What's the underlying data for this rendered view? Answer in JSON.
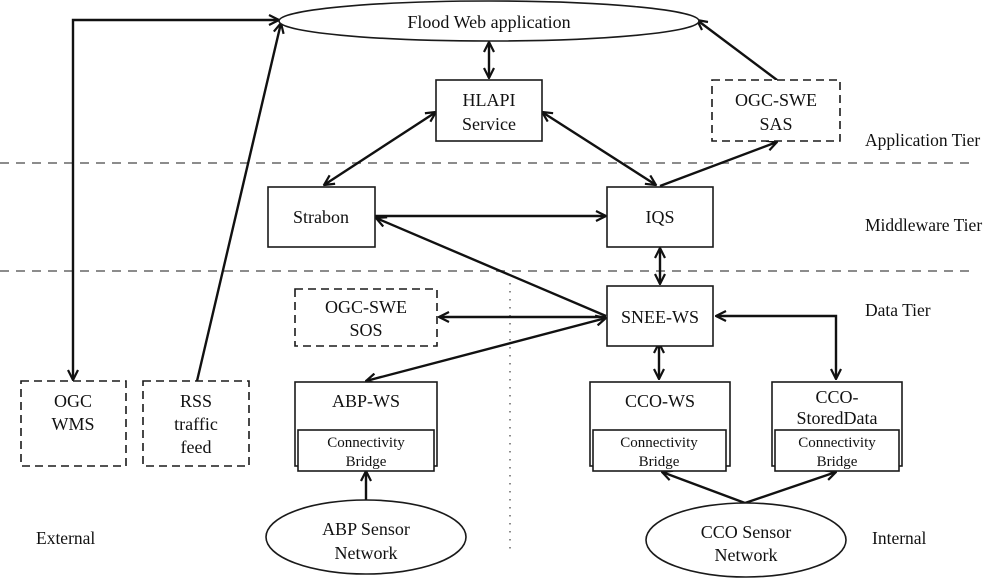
{
  "diagram": {
    "title": "Flood Web application",
    "tiers": [
      {
        "id": "application",
        "label": "Application Tier"
      },
      {
        "id": "middleware",
        "label": "Middleware Tier"
      },
      {
        "id": "data",
        "label": "Data Tier"
      }
    ],
    "regions": [
      {
        "id": "external",
        "label": "External"
      },
      {
        "id": "internal",
        "label": "Internal"
      }
    ],
    "nodes": {
      "flood_app": {
        "lines": [
          "Flood Web application"
        ],
        "shape": "ellipse",
        "style": "solid"
      },
      "hlapi": {
        "lines": [
          "HLAPI",
          "Service"
        ],
        "shape": "rect",
        "style": "solid"
      },
      "sas": {
        "lines": [
          "OGC-SWE",
          "SAS"
        ],
        "shape": "rect",
        "style": "dashed"
      },
      "strabon": {
        "lines": [
          "Strabon"
        ],
        "shape": "rect",
        "style": "solid"
      },
      "iqs": {
        "lines": [
          "IQS"
        ],
        "shape": "rect",
        "style": "solid"
      },
      "sos": {
        "lines": [
          "OGC-SWE",
          "SOS"
        ],
        "shape": "rect",
        "style": "dashed"
      },
      "snee": {
        "lines": [
          "SNEE-WS"
        ],
        "shape": "rect",
        "style": "solid"
      },
      "wms": {
        "lines": [
          "OGC",
          "WMS"
        ],
        "shape": "rect",
        "style": "dashed"
      },
      "rss": {
        "lines": [
          "RSS",
          "traffic",
          "feed"
        ],
        "shape": "rect",
        "style": "dashed"
      },
      "abp_ws": {
        "lines": [
          "ABP-WS"
        ],
        "shape": "rect",
        "style": "solid",
        "bridge": [
          "Connectivity",
          "Bridge"
        ]
      },
      "cco_ws": {
        "lines": [
          "CCO-WS"
        ],
        "shape": "rect",
        "style": "solid",
        "bridge": [
          "Connectivity",
          "Bridge"
        ]
      },
      "cco_stored": {
        "lines": [
          "CCO-",
          "StoredData"
        ],
        "shape": "rect",
        "style": "solid",
        "bridge": [
          "Connectivity",
          "Bridge"
        ]
      },
      "abp_net": {
        "lines": [
          "ABP Sensor",
          "Network"
        ],
        "shape": "ellipse",
        "style": "solid"
      },
      "cco_net": {
        "lines": [
          "CCO Sensor",
          "Network"
        ],
        "shape": "ellipse",
        "style": "solid"
      }
    },
    "edges": [
      {
        "from": "flood_app",
        "to": "hlapi",
        "direction": "both"
      },
      {
        "from": "hlapi",
        "to": "strabon",
        "direction": "both"
      },
      {
        "from": "hlapi",
        "to": "iqs",
        "direction": "both"
      },
      {
        "from": "iqs",
        "to": "sas",
        "direction": "forward"
      },
      {
        "from": "sas",
        "to": "flood_app",
        "direction": "forward"
      },
      {
        "from": "strabon",
        "to": "iqs",
        "direction": "forward"
      },
      {
        "from": "snee",
        "to": "strabon",
        "direction": "forward"
      },
      {
        "from": "iqs",
        "to": "snee",
        "direction": "both"
      },
      {
        "from": "snee",
        "to": "sos",
        "direction": "both"
      },
      {
        "from": "snee",
        "to": "abp_ws",
        "direction": "both"
      },
      {
        "from": "snee",
        "to": "cco_ws",
        "direction": "both"
      },
      {
        "from": "snee",
        "to": "cco_stored",
        "direction": "both"
      },
      {
        "from": "flood_app",
        "to": "wms",
        "direction": "both"
      },
      {
        "from": "rss",
        "to": "flood_app",
        "direction": "forward"
      },
      {
        "from": "abp_net",
        "to": "abp_ws",
        "direction": "forward"
      },
      {
        "from": "cco_net",
        "to": "cco_ws",
        "direction": "forward"
      },
      {
        "from": "cco_net",
        "to": "cco_stored",
        "direction": "forward"
      }
    ]
  }
}
